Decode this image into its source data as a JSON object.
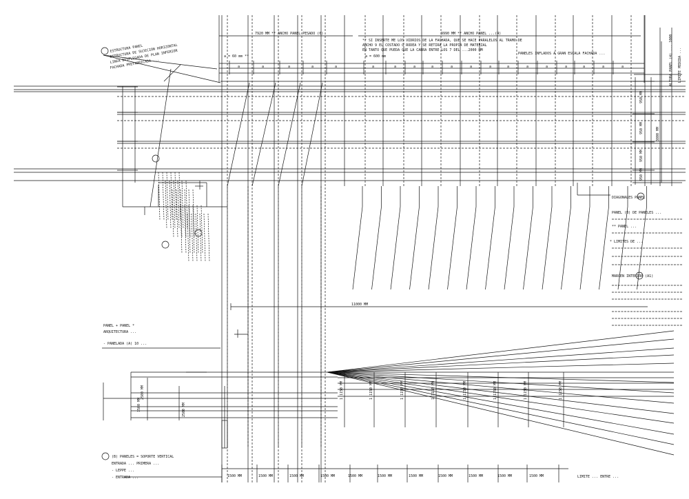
{
  "top_dims": {
    "left": "7920 MM ** ANCHO PANEL PESADO (6)",
    "right": "9990 MM ** ANCHO PANEL ...(4)",
    "bay_left": "a = 60 mm **",
    "bay_right": "a = 600 mm"
  },
  "top_note": [
    "** SI INSERTE ME LOS VIDRIOS DE LA FACHADA, QUE SE HACE PARALELOS AL TRAMO DE",
    "ANCHO 9 EL COSTADO O RODEA Y SE RETIRA LA PROPIA DE MATERIAL",
    "EN TANTO QUE PUEDA QUE LA CABRA ENTRE LOS 7 DEL ...2000 MM"
  ],
  "top_right_note": "PANELES INFLADOS A GRAN ESCALA FACHADA ...",
  "bay_symbol": "a",
  "right_vertical_dims": [
    "950 MM",
    "950 MM",
    "950 MM",
    "950 MM",
    "3800 MM"
  ],
  "right_vertical_labels": [
    "ALTURA PANEL (4) ... 1000",
    "LIMITE MEDIDA ..."
  ],
  "left_note_a5": [
    "ESTRUCTURA PANEL",
    "ESTRUCTURA DE SUJECION HORIZONTAL",
    "LINEA DESPLEGADA DE PLAN INFERIOR",
    "FACHADA PREFABRICADA ..."
  ],
  "right_block_notes": [
    "DIAGONALES PANEL",
    "PANEL (B) DE PANELES ...",
    "** PANEL ...",
    "* LIMITES DE ...",
    "MARGEN INTERIOR (A1)"
  ],
  "left_mid_note": [
    "PANEL + PANEL *",
    "ARQUITECTURA ...",
    "- PANELADA (A) 10 ..."
  ],
  "bottom_note": [
    "(B) PANELES = SOPORTE VERTICAL",
    "ENTRADA ... PRIMERA ...",
    "- LEPPE ...",
    "- ENTRADA ..."
  ],
  "mid_dim": "11000 MM",
  "bottom_dims": [
    "1500 MM",
    "1500 MM",
    "1500 MM",
    "1500 MM",
    "1500 MM",
    "1500 MM",
    "1500 MM",
    "1500 MM",
    "1500 MM",
    "1500 MM",
    "1500 MM"
  ],
  "bottom_right_note": "LIMITE ... ENTRE ...",
  "fan_dims": [
    "1 1150 MM",
    "1 1150 MM",
    "1 1150 MM",
    "1 1150 MM",
    "1 1150 MM",
    "1 1150 MM",
    "1 1150 MM",
    "1 1150 MM"
  ],
  "left_small_dims": [
    "2500 MM",
    "1500 MM",
    "2500 MM"
  ]
}
